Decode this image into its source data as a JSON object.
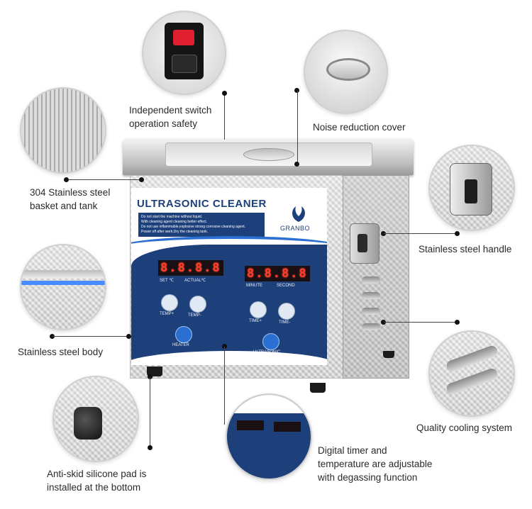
{
  "callouts": {
    "switch": "Independent switch\noperation safety",
    "switch_l1": "Independent switch",
    "switch_l2": "operation safety",
    "cover": "Noise reduction cover",
    "basket_l1": "304 Stainless steel",
    "basket_l2": "basket and tank",
    "handle": "Stainless steel handle",
    "body": "Stainless steel body",
    "cooling": "Quality cooling system",
    "pad_l1": "Anti-skid silicone pad is",
    "pad_l2": "installed at the bottom",
    "timer_l1": "Digital timer and",
    "timer_l2": "temperature are adjustable",
    "timer_l3": "with degassing function"
  },
  "device": {
    "title": "ULTRASONIC CLEANER",
    "brand": "GRANBO",
    "notes": [
      "Do not start the machine without liquid.",
      "With cleaning agent cleaning better effect.",
      "Do not use inflammable,explosive strong corrosive cleaning agent.",
      "Power off after work.Dry the cleaning tank."
    ],
    "display_left": "8.8.8.8",
    "display_right": "8.8.8.8",
    "set_label": "SET ℃",
    "actual_label": "ACTUAL℃",
    "minute_label": "MINUTE",
    "second_label": "SECOND",
    "temp_plus": "TEMP+",
    "temp_minus": "TEMP-",
    "time_plus": "TIME+",
    "time_minus": "TIME-",
    "heater": "HEATER",
    "ultrasonic": "ULTRASONIC"
  },
  "colors": {
    "panel_blue": "#1d3f7a",
    "display_red": "#ff3b2a",
    "steel": "#d6d6d6"
  }
}
